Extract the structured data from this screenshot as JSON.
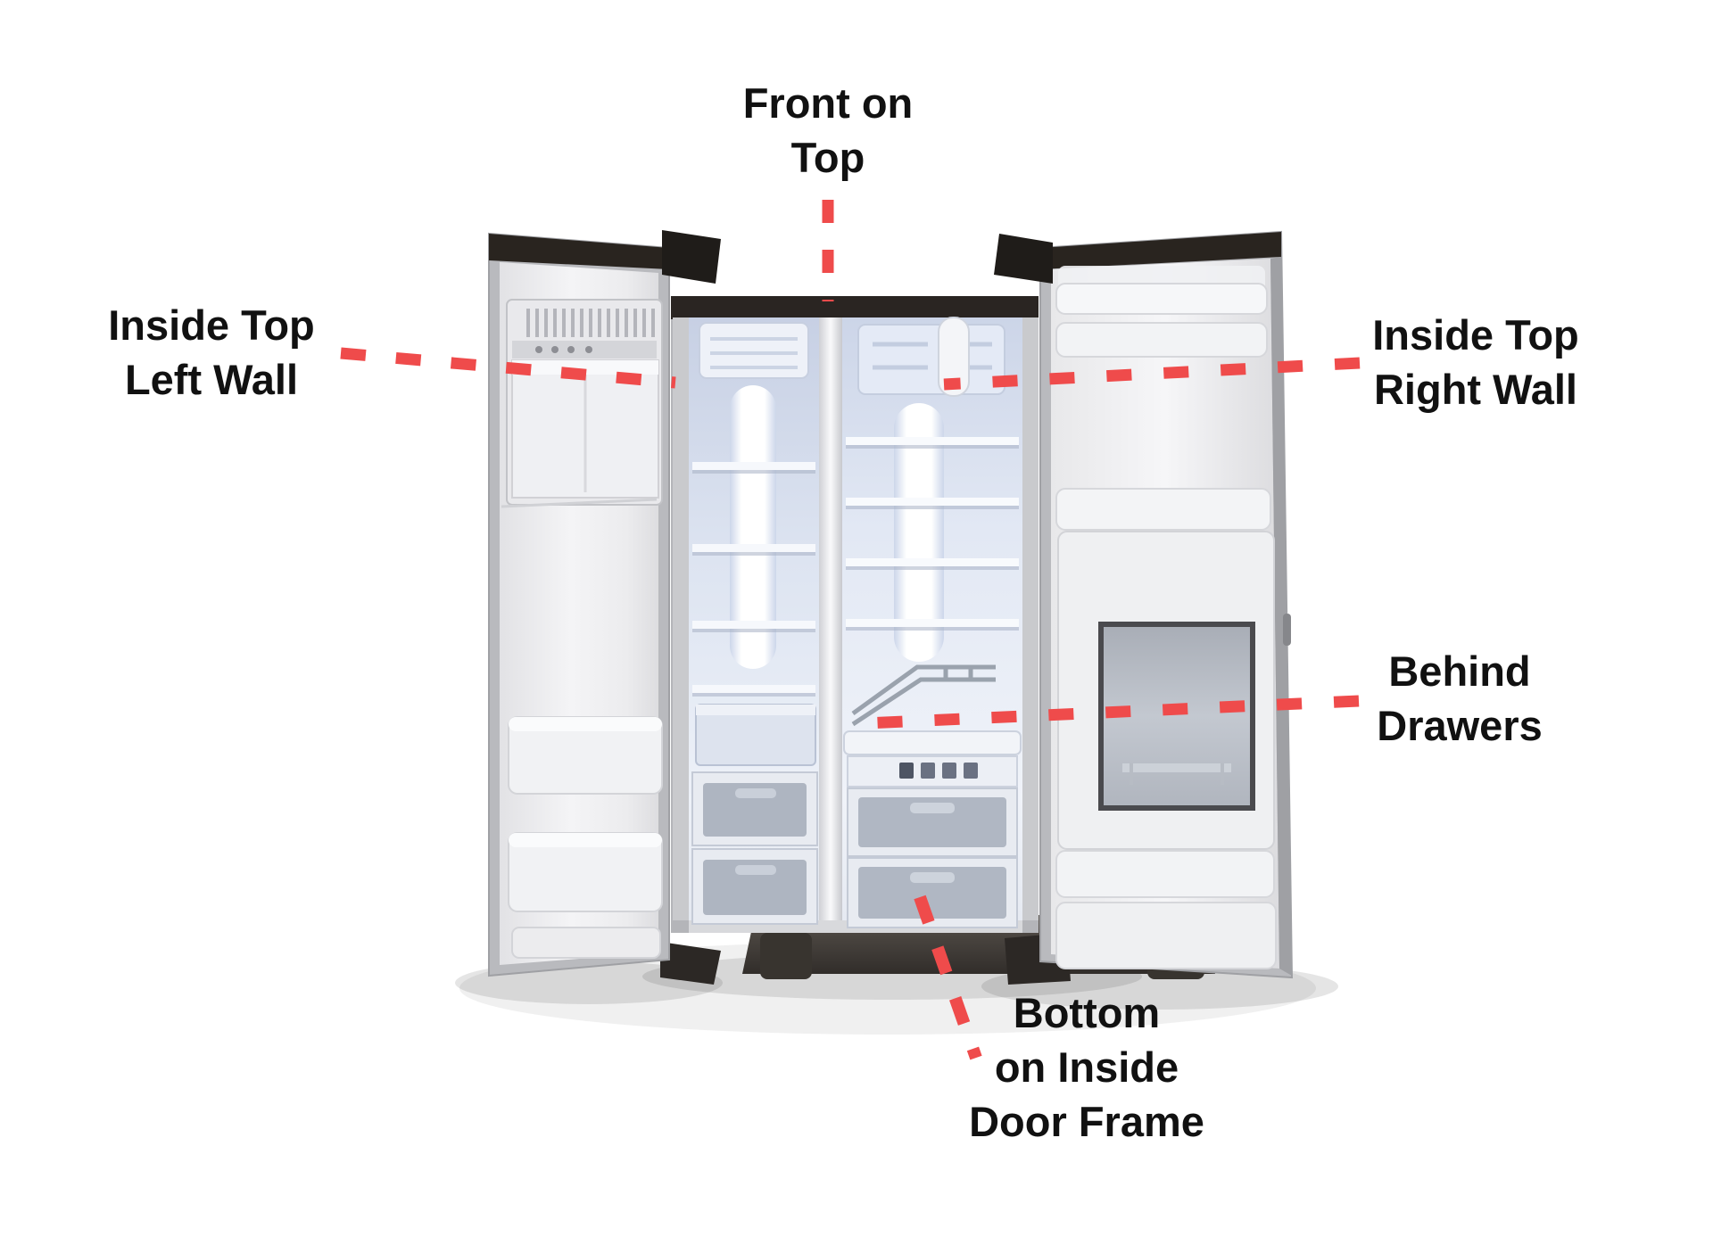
{
  "diagram": {
    "subject": "open side-by-side refrigerator with model label locations",
    "annotations": [
      {
        "id": "front-on-top",
        "lines": [
          "Front on",
          "Top"
        ]
      },
      {
        "id": "inside-top-left-wall",
        "lines": [
          "Inside Top",
          "Left Wall"
        ]
      },
      {
        "id": "inside-top-right-wall",
        "lines": [
          "Inside Top",
          "Right Wall"
        ]
      },
      {
        "id": "behind-drawers",
        "lines": [
          "Behind",
          "Drawers"
        ]
      },
      {
        "id": "bottom-inside-door-frame",
        "lines": [
          "Bottom",
          "on Inside",
          "Door Frame"
        ]
      }
    ],
    "colors": {
      "callout": "#ef4b4b",
      "text": "#111111",
      "background": "#ffffff"
    }
  }
}
